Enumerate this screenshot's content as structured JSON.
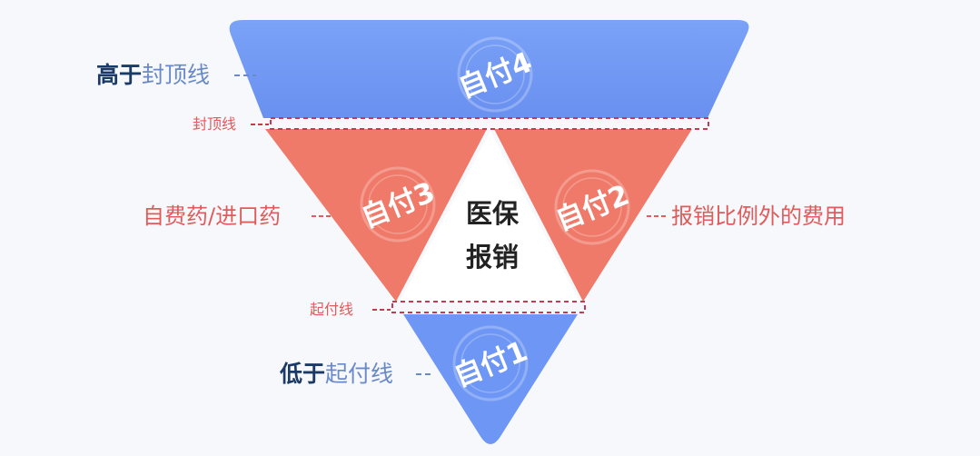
{
  "colors": {
    "blue": "#6e96f4",
    "red": "#f07a6a",
    "white": "#ffffff",
    "navy": "#1c3a66",
    "red_text": "#e05b5b",
    "blue_text": "#6a89c8",
    "dash_red": "#c43a4e"
  },
  "segments": {
    "top": "自付4",
    "left": "自付3",
    "right": "自付2",
    "bottom": "自付1",
    "center_line1": "医保",
    "center_line2": "报销"
  },
  "labels": {
    "above_cap_bold": "高于",
    "above_cap_rest": "封顶线",
    "cap_line": "封顶线",
    "self_drugs": "自费药/进口药",
    "out_of_ratio": "报销比例外的费用",
    "deductible_line": "起付线",
    "below_deductible_bold": "低于",
    "below_deductible_rest": "起付线"
  }
}
